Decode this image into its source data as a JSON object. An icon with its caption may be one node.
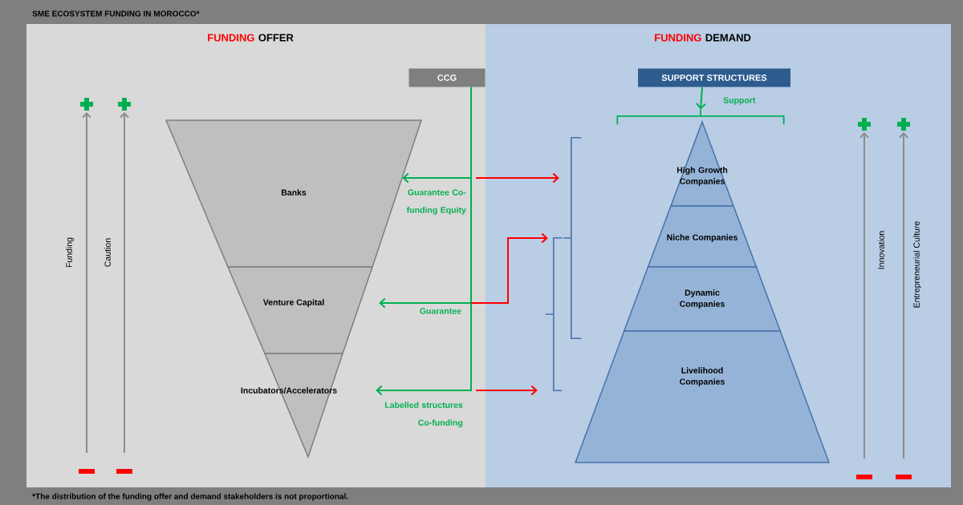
{
  "diagram": {
    "title": "SME ECOSYSTEM FUNDING IN MOROCCO*",
    "caption": "*The distribution of the funding offer and demand stakeholders is not proportional.",
    "nodes": [
      {
        "text": [
          "CCG"
        ]
      },
      {
        "text": [
          "SUPPORT STRUCTURES"
        ]
      },
      {
        "text": [
          "Banks"
        ]
      },
      {
        "text": [
          "Venture Capital"
        ]
      },
      {
        "text": [
          "Incubators/Accelerators"
        ]
      },
      {
        "text": [
          "High Growth Companies"
        ]
      },
      {
        "text": [
          "Niche Companies"
        ]
      },
      {
        "text": [
          "Dynamic Companies"
        ]
      },
      {
        "text": [
          "Livelihood Companies"
        ]
      },
      {
        "text": [],
        "shape": "bracket"
      },
      {
        "text": [],
        "shape": "bracket"
      },
      {
        "text": [],
        "shape": "bracket"
      }
    ],
    "edges": [
      {
        "from": 0,
        "to": 2,
        "arrow": "to",
        "label": "Guarantee Co-funding Equity",
        "color": "#00b050"
      },
      {
        "from": 0,
        "to": 3,
        "arrow": "to",
        "label": "Guarantee",
        "color": "#00b050"
      },
      {
        "from": 0,
        "to": 4,
        "arrow": "to",
        "label": "Labelled structures Co-funding",
        "color": "#00b050"
      },
      {
        "from": null,
        "to": 9,
        "arrow": "to",
        "color": "#ff0000"
      },
      {
        "from": null,
        "to": 10,
        "arrow": "to",
        "color": "#ff0000"
      },
      {
        "from": null,
        "to": 10,
        "arrow": "to",
        "color": "#ff0000"
      },
      {
        "from": 1,
        "to": 11,
        "arrow": "to",
        "label": "Support",
        "color": "#00b050"
      }
    ],
    "labels": [
      "FUNDING",
      "OFFER",
      "FUNDING",
      "DEMAND",
      "Funding",
      "Caution",
      "Innovation",
      "Entrepreneurial Culture"
    ]
  }
}
